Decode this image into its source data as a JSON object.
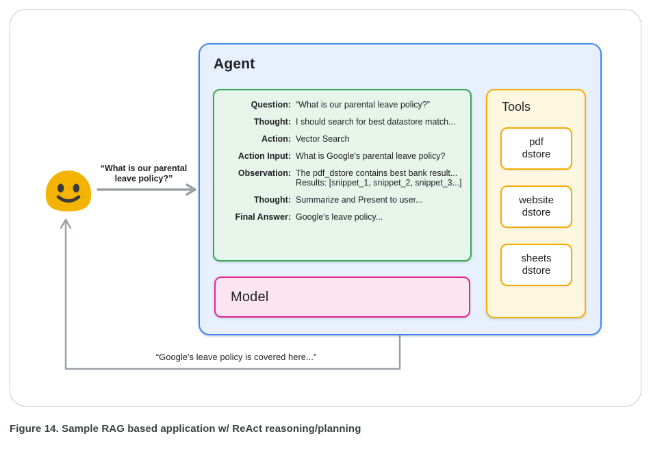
{
  "figure": {
    "caption": "Figure 14. Sample RAG based application w/ ReAct reasoning/planning"
  },
  "user": {
    "icon": "smiley-face-icon",
    "request_line1": "“What is our parental",
    "request_line2": "leave policy?”",
    "response_text": "“Google's leave policy is covered here...”"
  },
  "agent": {
    "title": "Agent",
    "react_trace": {
      "rows": [
        {
          "label": "Question:",
          "value": "“What is our parental leave policy?”"
        },
        {
          "label": "Thought:",
          "value": "I should search for best datastore match..."
        },
        {
          "label": "Action:",
          "value": "Vector Search"
        },
        {
          "label": "Action Input:",
          "value": "What is Google's parental leave policy?"
        },
        {
          "label": "Observation:",
          "value": "The pdf_dstore contains best bank result...",
          "value2": "Results: [snippet_1, snippet_2, snippet_3...]"
        },
        {
          "label": "Thought:",
          "value": "Summarize and Present to user..."
        },
        {
          "label": "Final Answer:",
          "value": "Google's leave policy..."
        }
      ]
    },
    "model": {
      "title": "Model"
    },
    "tools": {
      "title": "Tools",
      "items": [
        {
          "line1": "pdf",
          "line2": "dstore"
        },
        {
          "line1": "website",
          "line2": "dstore"
        },
        {
          "line1": "sheets",
          "line2": "dstore"
        }
      ]
    }
  },
  "colors": {
    "agent_border": "#4285f4",
    "agent_fill": "#e8f0fe",
    "react_border": "#34a853",
    "react_fill": "#e6f4ea",
    "model_border": "#e52592",
    "model_fill": "#fce4f1",
    "tools_border": "#f9ab00",
    "tools_fill": "#fef7e0",
    "arrow_gray": "#9aa0a6",
    "smiley_yellow": "#f3b300",
    "text": "#202124"
  }
}
